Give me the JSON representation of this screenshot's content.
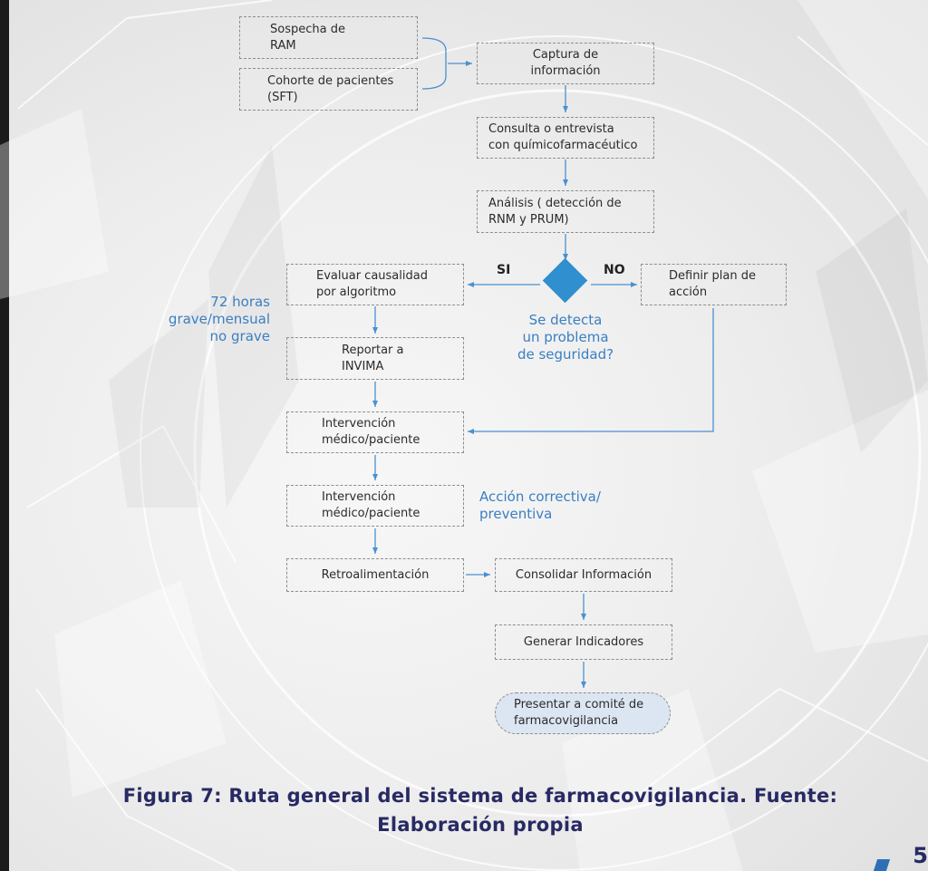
{
  "diagram": {
    "nodes": {
      "sospecha_ram": "Sospecha de\nRAM",
      "cohorte": "Cohorte de pacientes\n(SFT)",
      "captura": "Captura de\ninformación",
      "consulta": "Consulta o entrevista\ncon químicofarmacéutico",
      "analisis": "Análisis ( detección de\nRNM  y PRUM)",
      "evaluar": "Evaluar causalidad\npor algoritmo",
      "definir": "Definir plan de\nacción",
      "reportar": "Reportar a\nINVIMA",
      "intervencion_1": "Intervención\nmédico/paciente",
      "intervencion_2": "Intervención\nmédico/paciente",
      "retroalimentacion": "Retroalimentación",
      "consolidar": "Consolidar Información",
      "generar": "Generar Indicadores",
      "presentar": "Presentar a comité de\nfarmacovigilancia"
    },
    "decision": {
      "question": "Se detecta\nun problema\nde seguridad?",
      "yes": "SI",
      "no": "NO"
    },
    "annotations": {
      "timing": "72 horas\ngrave/mensual\nno grave",
      "action": "Acción correctiva/\npreventiva"
    },
    "colors": {
      "accent": "#2f8fcf",
      "arrow": "#4a90d0",
      "caption": "#272a63",
      "dashed_border": "#8d8d8d"
    }
  },
  "caption": {
    "line1": "Figura 7: Ruta general del sistema de farmacovigilancia. Fuente:",
    "line2": "Elaboración propia"
  },
  "page_number": "5"
}
